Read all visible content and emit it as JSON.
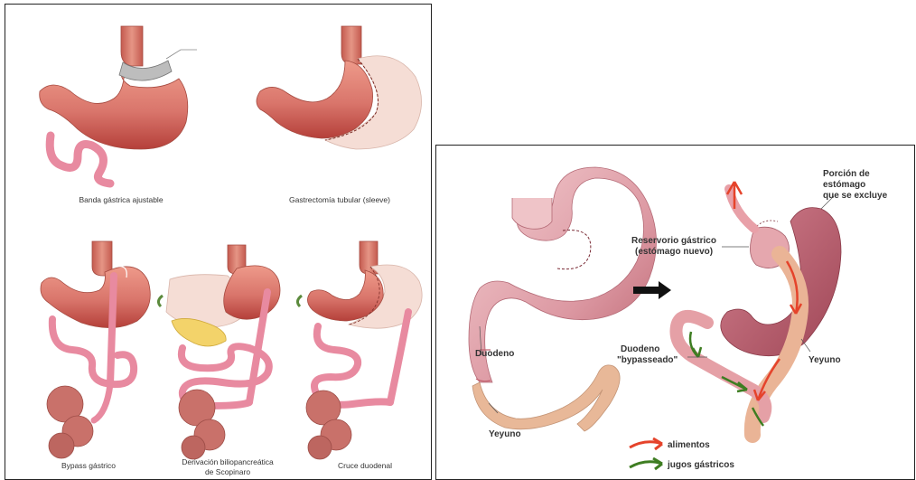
{
  "left_panel": {
    "captions": {
      "banda": "Banda gástrica ajustable",
      "sleeve": "Gastrectomía tubular (sleeve)",
      "bypass": "Bypass gástrico",
      "derivacion_line1": "Derivación biliopancreática",
      "derivacion_line2": "de Scopinaro",
      "cruce": "Cruce duodenal"
    }
  },
  "right_panel": {
    "labels": {
      "porcion_line1": "Porción de",
      "porcion_line2": "estómago",
      "porcion_line3": "que se excluye",
      "reservorio_line1": "Reservorio gástrico",
      "reservorio_line2": "(estómago nuevo)",
      "duodeno": "Duodeno",
      "yeyuno_left": "Yeyuno",
      "duodeno_bypass_line1": "Duodeno",
      "duodeno_bypass_line2": "\"bypasseado\"",
      "yeyuno_right": "Yeyuno"
    },
    "legend": {
      "alimentos": "alimentos",
      "jugos": "jugos gástricos"
    }
  },
  "colors": {
    "stomach_dark": "#b5403a",
    "stomach_mid": "#d9756b",
    "stomach_light": "#f2c4bb",
    "excluded": "#f5ddd5",
    "intestine": "#e88aa0",
    "jejunum": "#e8b898",
    "pancreas": "#f3d36a",
    "colon": "#c9716a",
    "arrow_food": "#e5432b",
    "arrow_juice": "#3e7d22"
  }
}
